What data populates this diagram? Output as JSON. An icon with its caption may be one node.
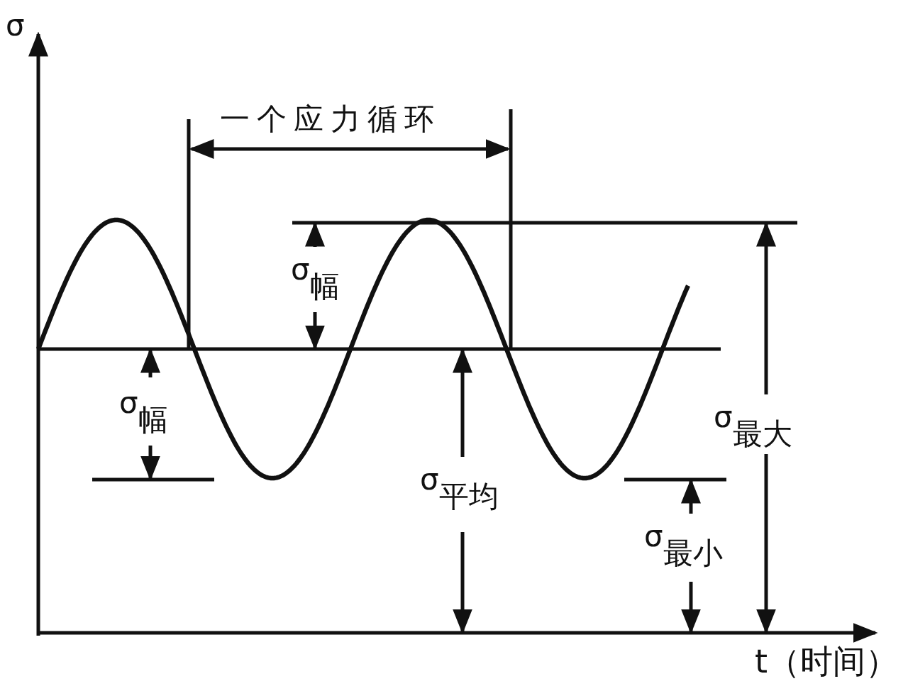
{
  "diagram": {
    "labels": [
      "σ",
      "一个应力循环",
      "σ$_{幅}$",
      "σ$_{幅}$",
      "σ$_{最大}$",
      "σ$_{平均}$",
      "σ$_{最小}$",
      "t（时间）"
    ]
  }
}
